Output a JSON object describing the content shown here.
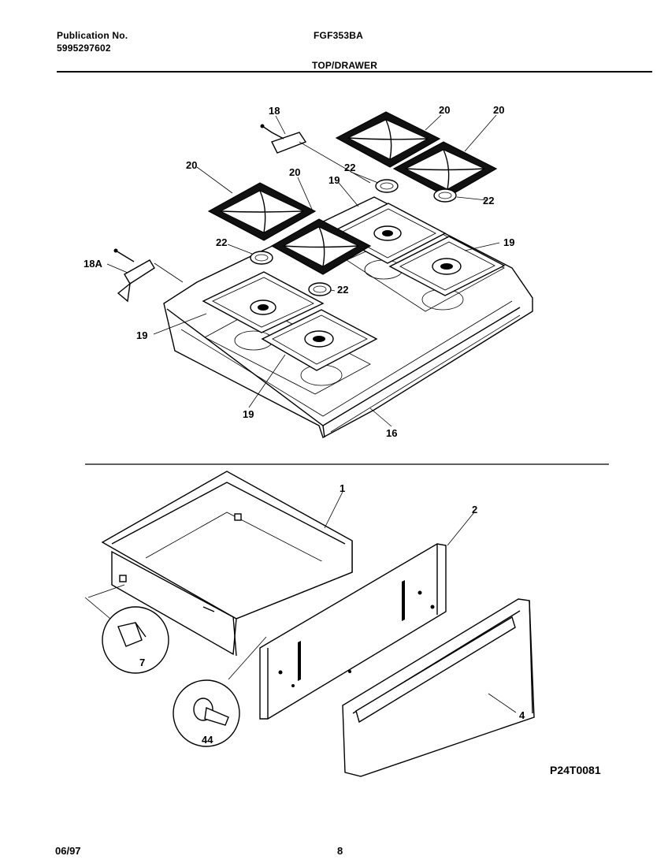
{
  "header": {
    "publication_label": "Publication No.",
    "publication_number": "5995297602",
    "model": "FGF353BA",
    "section_title": "TOP/DRAWER"
  },
  "callouts": {
    "c18": "18",
    "c18a": "18A",
    "c20a": "20",
    "c20b": "20",
    "c20c": "20",
    "c20d": "20",
    "c22a": "22",
    "c22b": "22",
    "c22c": "22",
    "c22d": "22",
    "c19a": "19",
    "c19b": "19",
    "c19c": "19",
    "c19d": "19",
    "c16": "16",
    "c1": "1",
    "c2": "2",
    "c4": "4",
    "c7": "7",
    "c44": "44"
  },
  "figure_code": "P24T0081",
  "footer": {
    "date": "06/97",
    "page": "8"
  }
}
